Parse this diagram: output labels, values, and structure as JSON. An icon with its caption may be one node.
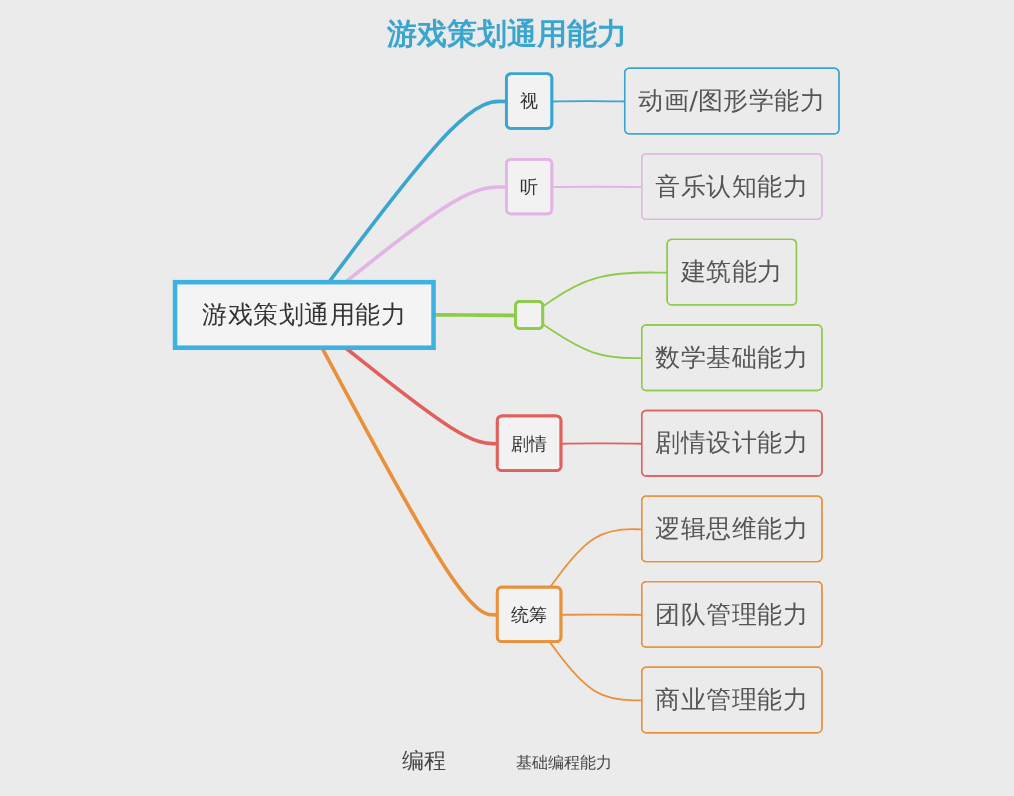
{
  "diagram": {
    "title": "游戏策划通用能力",
    "nodes": [
      {
        "text": [
          "游戏策划通用能力"
        ]
      },
      {
        "text": [
          "视"
        ]
      },
      {
        "text": [
          "动画/图形学能力"
        ]
      },
      {
        "text": [
          "听"
        ]
      },
      {
        "text": [
          "音乐认知能力"
        ]
      },
      {
        "text": [],
        "shape": "box"
      },
      {
        "text": [
          "建筑能力"
        ]
      },
      {
        "text": [
          "数学基础能力"
        ]
      },
      {
        "text": [
          "剧情"
        ]
      },
      {
        "text": [
          "剧情设计能力"
        ]
      },
      {
        "text": [
          "统筹"
        ]
      },
      {
        "text": [
          "逻辑思维能力"
        ]
      },
      {
        "text": [
          "团队管理能力"
        ]
      },
      {
        "text": [
          "商业管理能力"
        ]
      }
    ],
    "edges": [
      {
        "from": 0,
        "to": 1,
        "arrow": "none",
        "style": "thick",
        "color": "#3aa5cf"
      },
      {
        "from": 1,
        "to": 2,
        "arrow": "none",
        "color": "#3aa5cf"
      },
      {
        "from": 0,
        "to": 3,
        "arrow": "none",
        "style": "thick",
        "color": "#e3b5e6"
      },
      {
        "from": 3,
        "to": 4,
        "arrow": "none",
        "color": "#e3b5e6"
      },
      {
        "from": 0,
        "to": 5,
        "arrow": "none",
        "style": "thick",
        "color": "#8dcb4a"
      },
      {
        "from": 5,
        "to": 6,
        "arrow": "none",
        "color": "#8dcb4a"
      },
      {
        "from": 5,
        "to": 7,
        "arrow": "none",
        "color": "#8dcb4a"
      },
      {
        "from": 0,
        "to": 8,
        "arrow": "none",
        "style": "thick",
        "color": "#e0605e"
      },
      {
        "from": 8,
        "to": 9,
        "arrow": "none",
        "color": "#e0605e"
      },
      {
        "from": 0,
        "to": 10,
        "arrow": "none",
        "style": "thick",
        "color": "#e8913a"
      },
      {
        "from": 10,
        "to": 11,
        "arrow": "none",
        "color": "#e8913a"
      },
      {
        "from": 10,
        "to": 12,
        "arrow": "none",
        "color": "#e8913a"
      },
      {
        "from": 10,
        "to": 13,
        "arrow": "none",
        "color": "#e8913a"
      }
    ],
    "labels": [
      "编程",
      "基础编程能力"
    ]
  }
}
